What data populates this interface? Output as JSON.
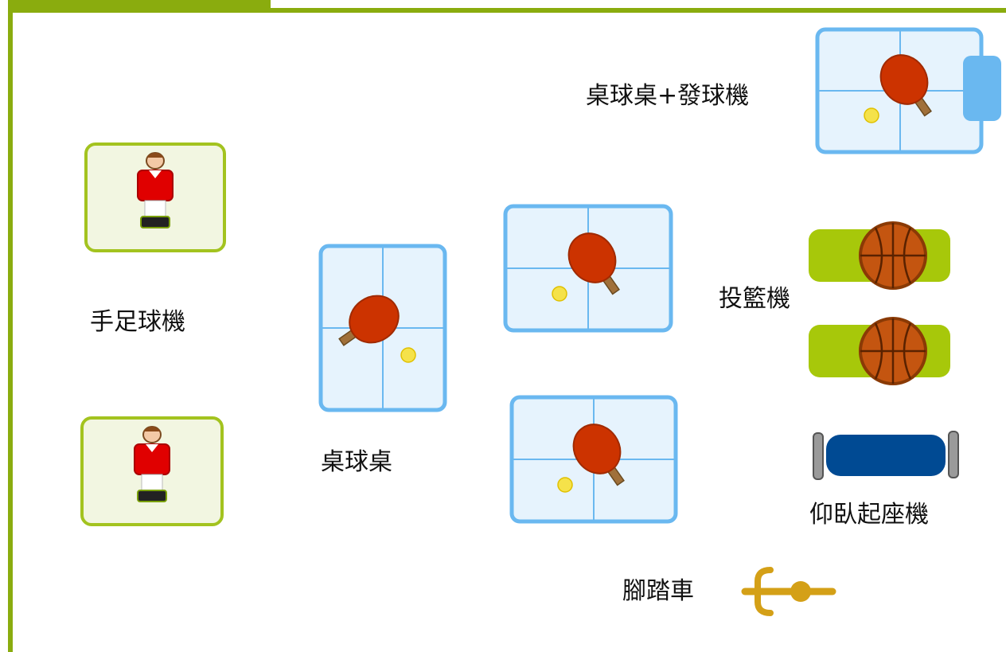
{
  "labels": {
    "foosball": "手足球機",
    "ping_pong_table": "桌球桌",
    "ping_pong_robot_table": "桌球桌+發球機",
    "basketball_machine": "投籃機",
    "situp_machine": "仰臥起座機",
    "pedal_bike": "腳踏車"
  },
  "colors": {
    "frame": "#8aac0e",
    "table_border": "#6ab8f0",
    "table_fill": "#e6f3fd",
    "paddle": "#cc3300",
    "ball": "#f5e24a",
    "foosball_border": "#a3c31f",
    "foosball_fill": "#f2f6e1",
    "hoop_band": "#a7c80a",
    "basketball": "#c45510",
    "situp_bar": "#004a93",
    "bike": "#d4a017"
  },
  "icons": [
    "foosball-player-icon",
    "ping-pong-paddle-icon",
    "ball-launcher-icon",
    "basketball-icon",
    "situp-bench-icon",
    "bike-pedal-icon"
  ]
}
